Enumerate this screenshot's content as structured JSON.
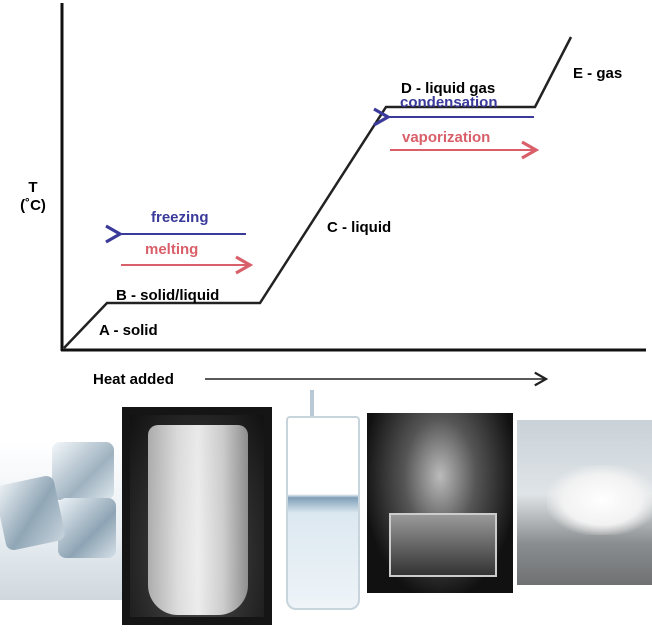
{
  "axes": {
    "y_label_line1": "T",
    "y_label_line2": "(˚C)",
    "x_label": "Heat added"
  },
  "segments": {
    "a": "A - solid",
    "b": "B - solid/liquid",
    "c": "C - liquid",
    "d": "D - liquid gas",
    "e": "E - gas"
  },
  "transitions": {
    "freezing": "freezing",
    "melting": "melting",
    "condensation": "condensation",
    "vaporization": "vaporization"
  },
  "colors": {
    "cooling_arrow": "#3a3a9a",
    "heating_arrow": "#d9606a",
    "curve": "#222222"
  },
  "photos": [
    "ice-cubes",
    "glass-of-ice-water",
    "glass-of-water",
    "steaming-water",
    "gas-cloud"
  ]
}
